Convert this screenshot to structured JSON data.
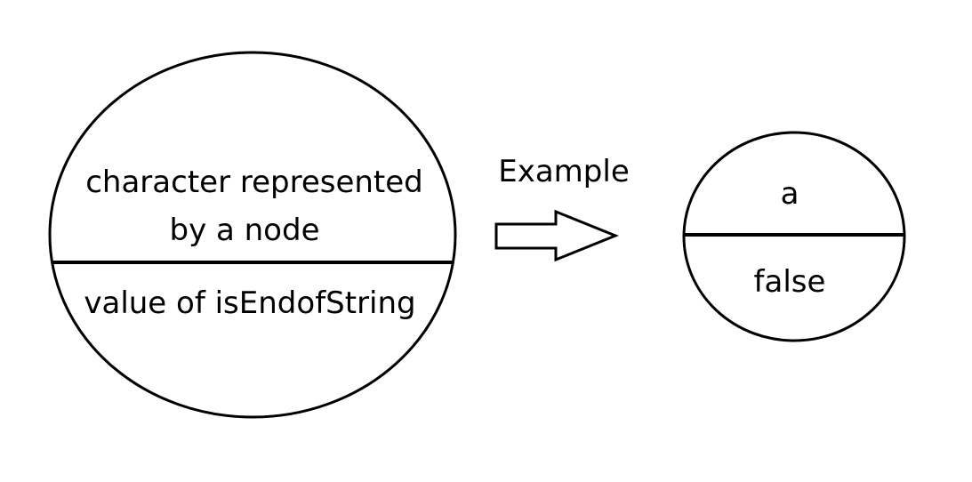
{
  "diagram": {
    "legend_node": {
      "character_line_1": "character represented",
      "character_line_2": "by a node",
      "end_flag_label": "value of isEndofString"
    },
    "arrow": {
      "label": "Example"
    },
    "example_node": {
      "character": "a",
      "end_flag_value": "false"
    },
    "colors": {
      "stroke": "#000000",
      "fill": "#ffffff",
      "text": "#000000"
    }
  }
}
